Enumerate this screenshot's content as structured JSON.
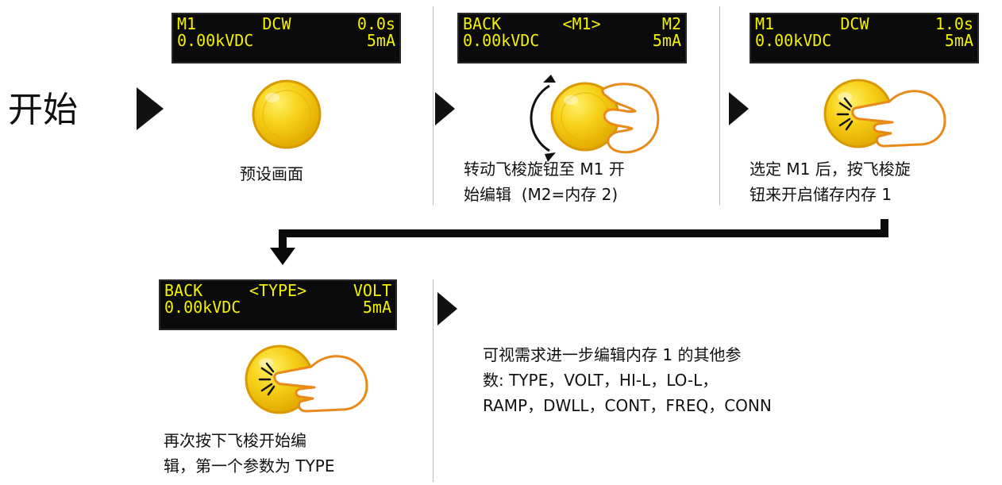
{
  "start_label": "开始",
  "colors": {
    "lcd_bg": "#0b0b0b",
    "lcd_text": "#f2f200",
    "knob": "#f5c400",
    "hand": "#e88a1a"
  },
  "lcd1": {
    "row1": [
      "M1",
      "DCW",
      "0.0s"
    ],
    "row2": [
      "0.00kVDC",
      "5mA"
    ]
  },
  "lcd2": {
    "row1": [
      "BACK",
      "<M1>",
      "M2"
    ],
    "row2": [
      "0.00kVDC",
      "5mA"
    ]
  },
  "lcd3": {
    "row1": [
      "M1",
      "DCW",
      "1.0s"
    ],
    "row2": [
      "0.00kVDC",
      "5mA"
    ]
  },
  "lcd4": {
    "row1": [
      "BACK",
      "<TYPE>",
      "VOLT"
    ],
    "row2": [
      "0.00kVDC",
      "5mA"
    ]
  },
  "captions": {
    "step1": "预设画面",
    "step2_line1": "转动飞梭旋钮至 M1 开",
    "step2_line2": "始编辑  (M2=内存 2)",
    "step3_line1": "选定 M1 后，按飞梭旋",
    "step3_line2": "钮来开启储存内存 1",
    "step4_line1": "再次按下飞梭开始编",
    "step4_line2": "辑，第一个参数为 TYPE",
    "note_line1": "可视需求进一步编辑内存 1 的其他参",
    "note_line2": "数: TYPE，VOLT，HI-L，LO-L，",
    "note_line3": "RAMP，DWLL，CONT，FREQ，CONN"
  }
}
